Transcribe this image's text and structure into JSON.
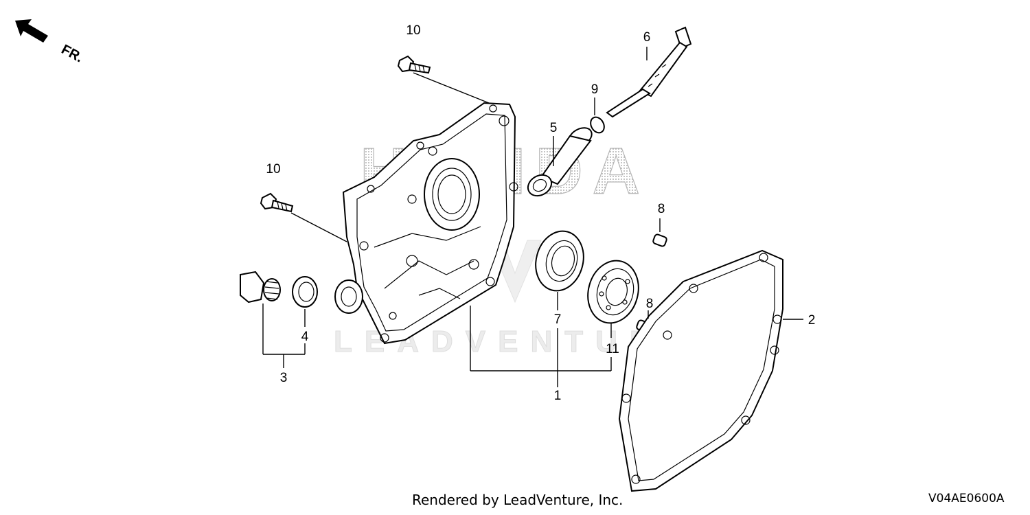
{
  "diagram": {
    "direction_label": "FR.",
    "watermark_brand": "HONDA",
    "watermark_vendor": "LEADVENTURE",
    "callouts": {
      "c1": "1",
      "c2": "2",
      "c3": "3",
      "c4": "4",
      "c5": "5",
      "c6": "6",
      "c7": "7",
      "c8a": "8",
      "c8b": "8",
      "c9": "9",
      "c10a": "10",
      "c10b": "10",
      "c11": "11"
    }
  },
  "footer": {
    "credit": "Rendered by LeadVenture, Inc.",
    "code": "V04AE0600A"
  }
}
